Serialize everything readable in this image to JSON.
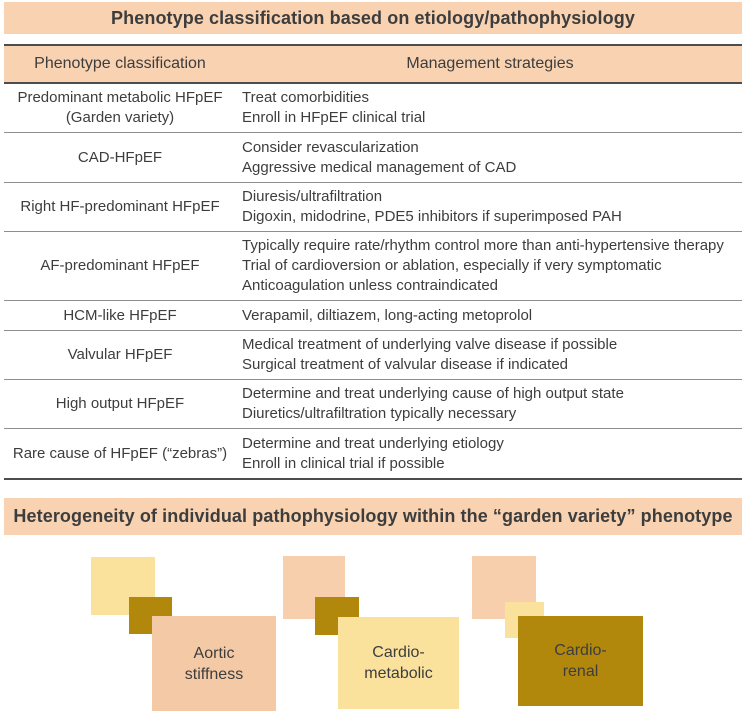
{
  "theme": {
    "band_bg": "#f8d2b1",
    "peach_small": "#f7cfad",
    "peach_big": "#f4c9a5",
    "yellow": "#fae29c",
    "gold": "#b1880c",
    "text": "#3d3d3d",
    "border_dark": "#4d4d4d",
    "border_light": "#8e8e8e"
  },
  "section1": {
    "title": "Phenotype classification based on etiology/pathophysiology"
  },
  "table": {
    "headers": [
      "Phenotype classification",
      "Management strategies"
    ],
    "rows": [
      {
        "phenotype": [
          "Predominant metabolic HFpEF",
          "(Garden variety)"
        ],
        "strategies": [
          "Treat comorbidities",
          "Enroll in HFpEF clinical trial"
        ]
      },
      {
        "phenotype": [
          "CAD-HFpEF"
        ],
        "strategies": [
          "Consider revascularization",
          "Aggressive medical management of CAD"
        ]
      },
      {
        "phenotype": [
          "Right HF-predominant HFpEF"
        ],
        "strategies": [
          "Diuresis/ultrafiltration",
          "Digoxin, midodrine, PDE5 inhibitors if superimposed PAH"
        ]
      },
      {
        "phenotype": [
          "AF-predominant HFpEF"
        ],
        "strategies": [
          "Typically require rate/rhythm control more than anti-hypertensive therapy",
          "Trial of cardioversion or ablation, especially if very symptomatic",
          "Anticoagulation unless contraindicated"
        ]
      },
      {
        "phenotype": [
          "HCM-like HFpEF"
        ],
        "strategies": [
          "Verapamil, diltiazem, long-acting metoprolol"
        ]
      },
      {
        "phenotype": [
          "Valvular HFpEF"
        ],
        "strategies": [
          "Medical treatment of underlying valve disease if possible",
          "Surgical treatment of valvular disease if indicated"
        ]
      },
      {
        "phenotype": [
          "High output HFpEF"
        ],
        "strategies": [
          "Determine and treat underlying cause of high output state",
          "Diuretics/ultrafiltration typically necessary"
        ]
      },
      {
        "phenotype": [
          "Rare cause of HFpEF (“zebras”)"
        ],
        "strategies": [
          "Determine and treat underlying etiology",
          "Enroll in clinical trial if possible"
        ]
      }
    ]
  },
  "section2": {
    "title": "Heterogeneity of individual pathophysiology within the “garden variety” phenotype"
  },
  "clusters": [
    {
      "label_lines": [
        "Aortic",
        "stiffness"
      ]
    },
    {
      "label_lines": [
        "Cardio-",
        "metabolic"
      ]
    },
    {
      "label_lines": [
        "Cardio-",
        "renal"
      ]
    }
  ]
}
